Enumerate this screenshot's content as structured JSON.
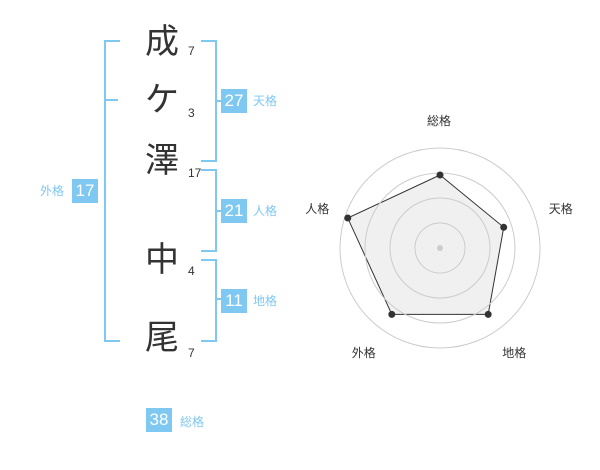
{
  "name_chars": [
    {
      "char": "成",
      "strokes": "7"
    },
    {
      "char": "ケ",
      "strokes": "3"
    },
    {
      "char": "澤",
      "strokes": "17"
    },
    {
      "char": "中",
      "strokes": "4"
    },
    {
      "char": "尾",
      "strokes": "7"
    }
  ],
  "kakusu": {
    "tenkaku": {
      "value": "27",
      "label": "天格"
    },
    "jinkaku": {
      "value": "21",
      "label": "人格"
    },
    "chikaku": {
      "value": "11",
      "label": "地格"
    },
    "gaikaku": {
      "value": "17",
      "label": "外格"
    },
    "soukaku": {
      "value": "38",
      "label": "総格"
    }
  },
  "colors": {
    "accent": "#7ec8f2",
    "text": "#333333",
    "radar_fill": "#f0f0f0",
    "radar_grid": "#cccccc"
  },
  "chart_data": {
    "type": "radar",
    "axes": [
      "総格",
      "天格",
      "地格",
      "外格",
      "人格"
    ],
    "levels": 4,
    "values": [
      0.73,
      0.67,
      0.82,
      0.82,
      0.97
    ],
    "range": [
      0,
      1
    ]
  }
}
